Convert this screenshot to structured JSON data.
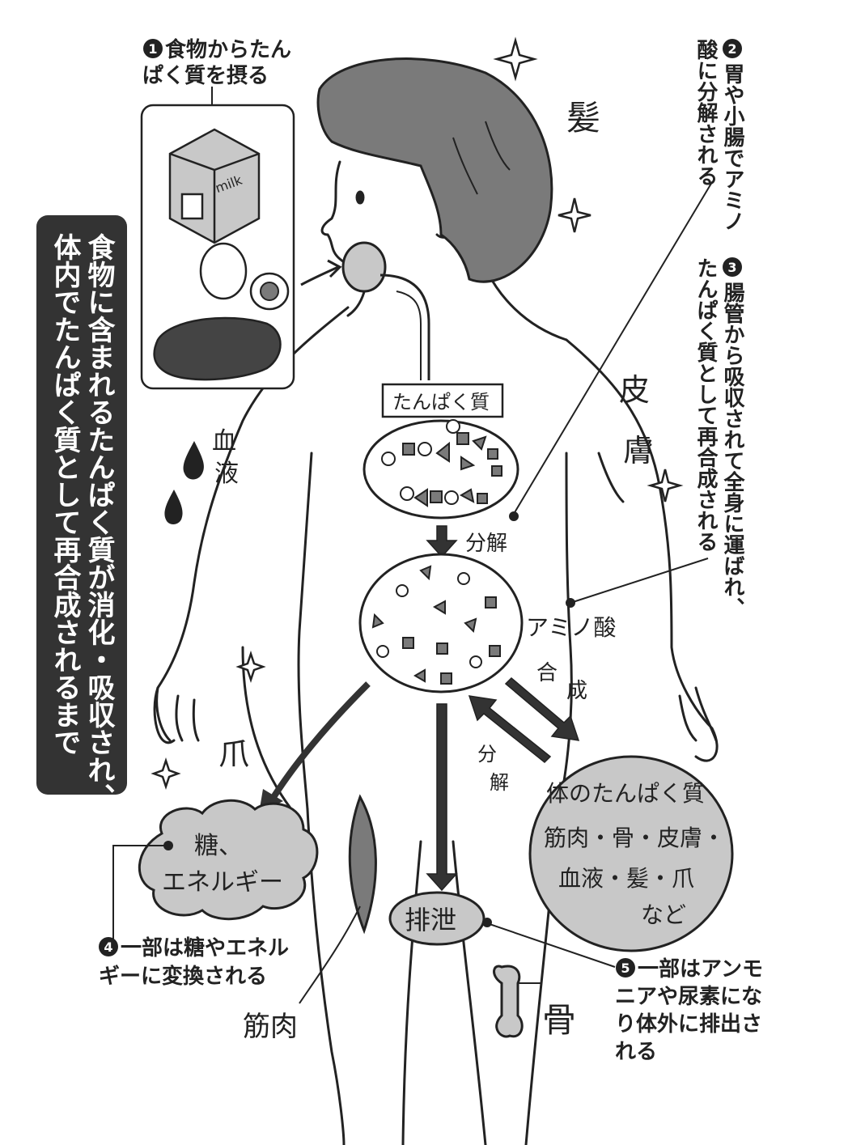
{
  "title_banner": {
    "line1": "食物に含まれるたんぱく質が消化・吸収され、",
    "line2": "体内でたんぱく質として再合成されるまで"
  },
  "steps": {
    "step1": {
      "number": "1",
      "line1": "食物からたん",
      "line2": "ぱく質を摂る"
    },
    "step2": {
      "number": "2",
      "line1": "胃や小腸でアミノ",
      "line2": "酸に分解される"
    },
    "step3": {
      "number": "3",
      "line1": "腸管から吸収されて全身に運ばれ、",
      "line2": "たんぱく質として再合成される"
    },
    "step4": {
      "number": "4",
      "line1": "一部は糖やエネル",
      "line2": "ギーに変換される"
    },
    "step5": {
      "number": "5",
      "line1": "一部はアンモ",
      "line2": "ニアや尿素にな",
      "line3": "り体外に排出さ",
      "line4": "れる"
    }
  },
  "labels": {
    "hair": "髪",
    "skin": "皮膚",
    "blood_l1": "血",
    "blood_l2": "液",
    "nail": "爪",
    "muscle": "筋肉",
    "bone": "骨",
    "protein_box": "たんぱく質",
    "breakdown1": "分解",
    "amino_acid": "アミノ酸",
    "synthesis": "合成",
    "breakdown2": "分解",
    "sugar_l1": "糖、",
    "sugar_l2": "エネルギー",
    "excretion": "排泄",
    "body_protein_title": "体のたんぱく質",
    "body_protein_l1": "筋肉・骨・皮膚・",
    "body_protein_l2": "血液・髪・爪",
    "body_protein_l3": "など",
    "milk": "milk"
  },
  "colors": {
    "ink": "#222222",
    "banner": "#333333",
    "hair": "#7a7a7a",
    "gray_fill": "#c8c8c8",
    "white": "#ffffff"
  }
}
